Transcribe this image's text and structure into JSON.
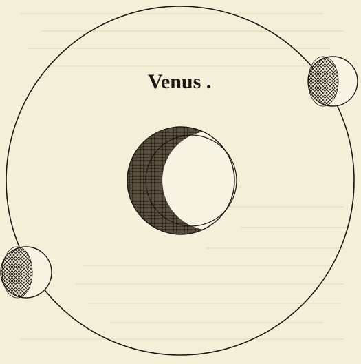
{
  "figure": {
    "label": "Venus .",
    "paper_color": "#f4efd9",
    "ink_color": "#1b1712",
    "hatch_color": "#2a241b"
  },
  "bodies": [
    {
      "name": "central-phase-disc",
      "phase": "gibbous-dark-crescent"
    },
    {
      "name": "upper-right-small-disc",
      "phase": "dark-left-half"
    },
    {
      "name": "lower-left-small-disc",
      "phase": "dark-left-half"
    }
  ]
}
